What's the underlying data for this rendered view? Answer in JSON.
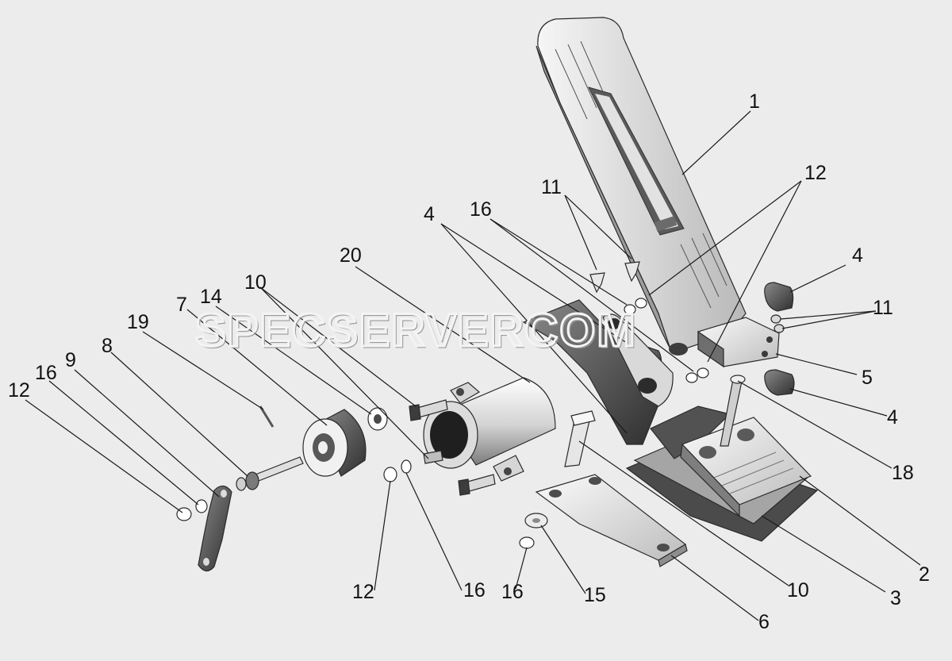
{
  "watermark": "SPECSERVERCOM",
  "callouts": [
    {
      "id": "c1",
      "text": "1"
    },
    {
      "id": "c12a",
      "text": "12"
    },
    {
      "id": "c11a",
      "text": "11"
    },
    {
      "id": "c16a",
      "text": "16"
    },
    {
      "id": "c4a",
      "text": "4"
    },
    {
      "id": "c4b",
      "text": "4"
    },
    {
      "id": "c11b",
      "text": "11"
    },
    {
      "id": "c5",
      "text": "5"
    },
    {
      "id": "c4c",
      "text": "4"
    },
    {
      "id": "c18",
      "text": "18"
    },
    {
      "id": "c2",
      "text": "2"
    },
    {
      "id": "c3",
      "text": "3"
    },
    {
      "id": "c10a",
      "text": "10"
    },
    {
      "id": "c6",
      "text": "6"
    },
    {
      "id": "c15",
      "text": "15"
    },
    {
      "id": "c16b",
      "text": "16"
    },
    {
      "id": "c16c",
      "text": "16"
    },
    {
      "id": "c12b",
      "text": "12"
    },
    {
      "id": "c20",
      "text": "20"
    },
    {
      "id": "c10b",
      "text": "10"
    },
    {
      "id": "c14",
      "text": "14"
    },
    {
      "id": "c7",
      "text": "7"
    },
    {
      "id": "c19",
      "text": "19"
    },
    {
      "id": "c8",
      "text": "8"
    },
    {
      "id": "c9",
      "text": "9"
    },
    {
      "id": "c16d",
      "text": "16"
    },
    {
      "id": "c12c",
      "text": "12"
    }
  ]
}
